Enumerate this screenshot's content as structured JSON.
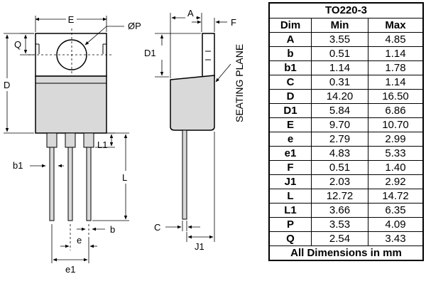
{
  "table": {
    "title": "TO220-3",
    "headers": [
      "Dim",
      "Min",
      "Max"
    ],
    "rows": [
      {
        "dim": "A",
        "min": "3.55",
        "max": "4.85"
      },
      {
        "dim": "b",
        "min": "0.51",
        "max": "1.14"
      },
      {
        "dim": "b1",
        "min": "1.14",
        "max": "1.78"
      },
      {
        "dim": "C",
        "min": "0.31",
        "max": "1.14"
      },
      {
        "dim": "D",
        "min": "14.20",
        "max": "16.50"
      },
      {
        "dim": "D1",
        "min": "5.84",
        "max": "6.86"
      },
      {
        "dim": "E",
        "min": "9.70",
        "max": "10.70"
      },
      {
        "dim": "e",
        "min": "2.79",
        "max": "2.99"
      },
      {
        "dim": "e1",
        "min": "4.83",
        "max": "5.33"
      },
      {
        "dim": "F",
        "min": "0.51",
        "max": "1.40"
      },
      {
        "dim": "J1",
        "min": "2.03",
        "max": "2.92"
      },
      {
        "dim": "L",
        "min": "12.72",
        "max": "14.72"
      },
      {
        "dim": "L1",
        "min": "3.66",
        "max": "6.35"
      },
      {
        "dim": "P",
        "min": "3.53",
        "max": "4.09"
      },
      {
        "dim": "Q",
        "min": "2.54",
        "max": "3.43"
      }
    ],
    "footer": "All Dimensions in mm"
  },
  "drawing": {
    "labels": {
      "E": "E",
      "P": "ØP",
      "Q": "Q",
      "D": "D",
      "b1": "b1",
      "L1": "L1",
      "L": "L",
      "e": "e",
      "b": "b",
      "e1": "e1",
      "A": "A",
      "F": "F",
      "D1": "D1",
      "seating_plane": "SEATING PLANE",
      "C": "C",
      "J1": "J1"
    }
  }
}
